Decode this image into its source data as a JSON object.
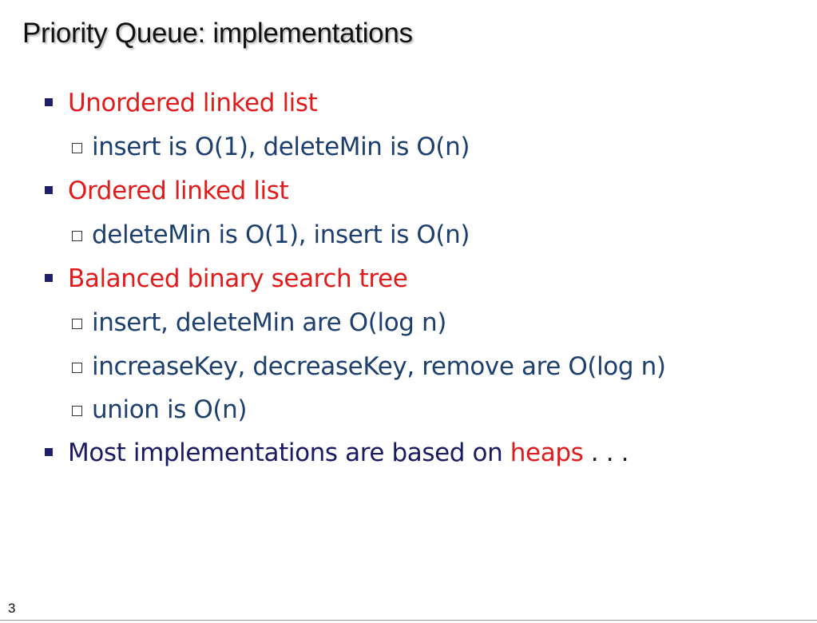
{
  "slide": {
    "title": "Priority Queue: implementations",
    "page_number": "3"
  },
  "bullets": [
    {
      "text": "Unordered linked list"
    },
    {
      "sub": "insert is O(1), deleteMin is O(n)"
    },
    {
      "text": "Ordered linked list"
    },
    {
      "sub": "deleteMin is O(1), insert is O(n)"
    },
    {
      "text": "Balanced binary search tree"
    },
    {
      "sub": "insert, deleteMin are O(log n)"
    },
    {
      "sub": "increaseKey, decreaseKey, remove are O(log n)"
    },
    {
      "sub": "union is O(n)"
    },
    {
      "text_prefix": "Most implementations are based on ",
      "text_highlight": "heaps",
      "text_suffix": " . . ."
    }
  ],
  "colors": {
    "heading_red": "#e01b1b",
    "sub_blue": "#1c3f6e",
    "navy": "#1a1a63"
  }
}
